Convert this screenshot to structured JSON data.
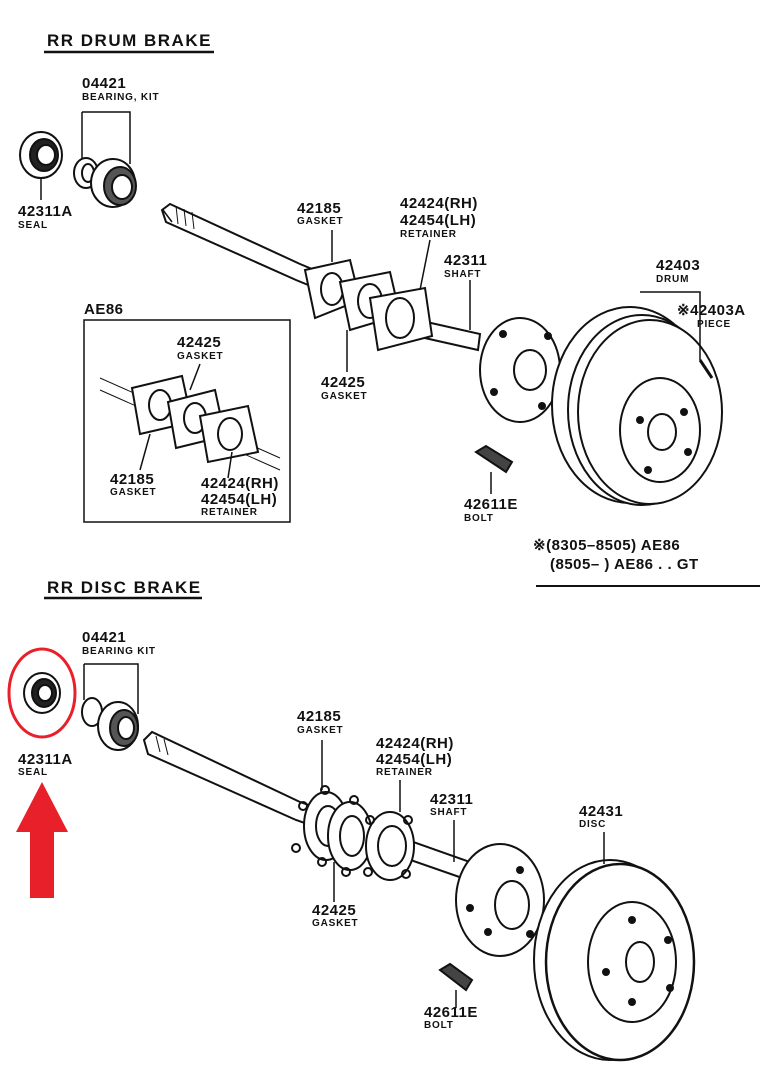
{
  "drum_section": {
    "title": "RR  DRUM  BRAKE",
    "bearing_kit": {
      "num": "04421",
      "name": "BEARING, KIT"
    },
    "seal": {
      "num": "42311A",
      "name": "SEAL"
    },
    "gasket_a": {
      "num": "42185",
      "name": "GASKET"
    },
    "retainer": {
      "num_rh": "42424(RH)",
      "num_lh": "42454(LH)",
      "name": "RETAINER"
    },
    "shaft": {
      "num": "42311",
      "name": "SHAFT"
    },
    "drum": {
      "num": "42403",
      "name": "DRUM"
    },
    "piece": {
      "num": "※42403A",
      "name": "PIECE"
    },
    "gasket_b": {
      "num": "42425",
      "name": "GASKET"
    },
    "bolt": {
      "num": "42611E",
      "name": "BOLT"
    },
    "inset": {
      "title": "AE86",
      "gasket_top": {
        "num": "42425",
        "name": "GASKET"
      },
      "gasket_bottom": {
        "num": "42185",
        "name": "GASKET"
      },
      "retainer": {
        "num_rh": "42424(RH)",
        "num_lh": "42454(LH)",
        "name": "RETAINER"
      }
    },
    "footnote": {
      "line1": "※(8305–8505) AE86",
      "line2": "(8505–        ) AE86 . . GT"
    }
  },
  "disc_section": {
    "title": "RR  DISC  BRAKE",
    "bearing_kit": {
      "num": "04421",
      "name": "BEARING KIT"
    },
    "seal": {
      "num": "42311A",
      "name": "SEAL"
    },
    "gasket_a": {
      "num": "42185",
      "name": "GASKET"
    },
    "retainer": {
      "num_rh": "42424(RH)",
      "num_lh": "42454(LH)",
      "name": "RETAINER"
    },
    "shaft": {
      "num": "42311",
      "name": "SHAFT"
    },
    "disc": {
      "num": "42431",
      "name": "DISC"
    },
    "gasket_b": {
      "num": "42425",
      "name": "GASKET"
    },
    "bolt": {
      "num": "42611E",
      "name": "BOLT"
    }
  },
  "highlight": {
    "color": "#e8202a",
    "target": "seal-42311A"
  }
}
